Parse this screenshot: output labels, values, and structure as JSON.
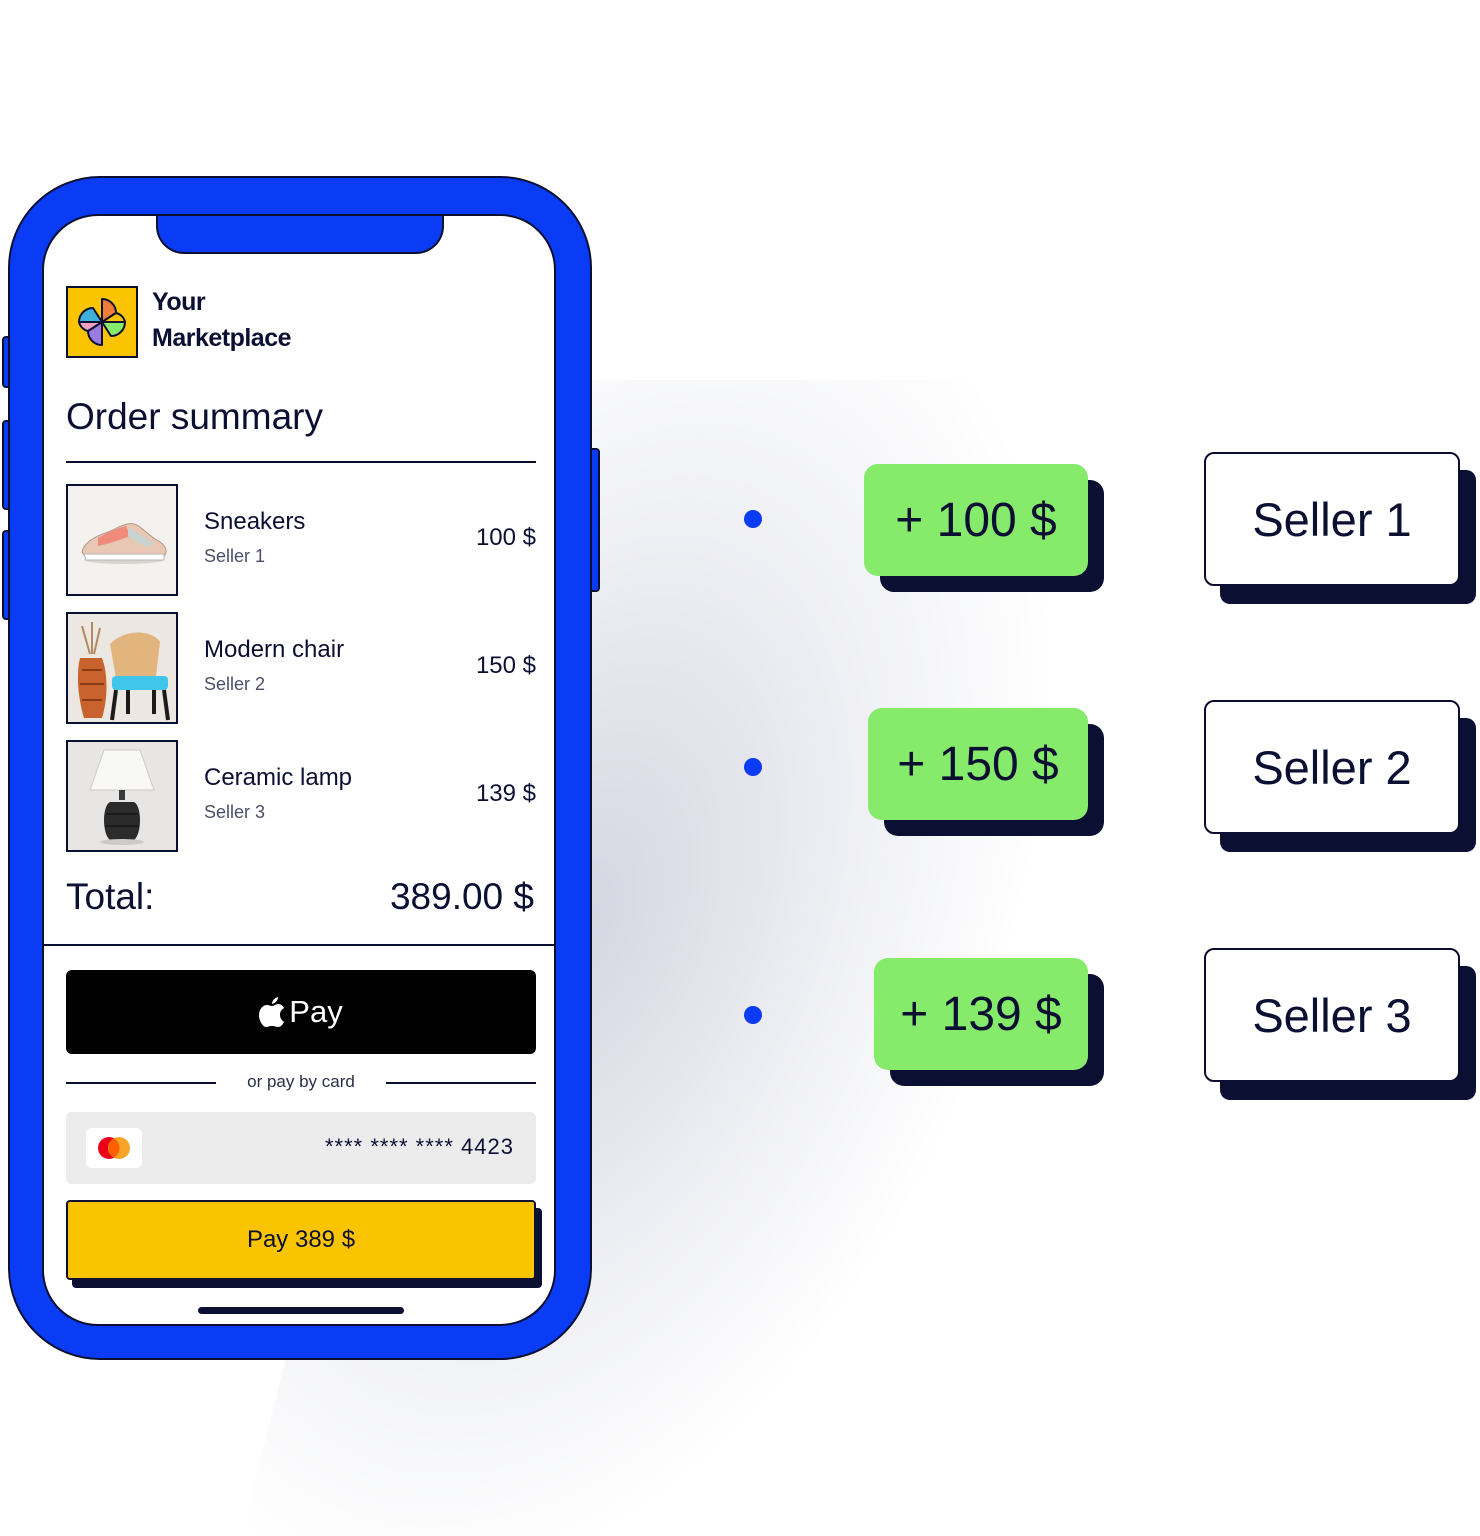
{
  "brand": {
    "line1": "Your",
    "line2": "Marketplace",
    "logo_color": "#fbc400"
  },
  "order": {
    "title": "Order summary",
    "items": [
      {
        "name": "Sneakers",
        "seller": "Seller 1",
        "price": "100 $"
      },
      {
        "name": "Modern chair",
        "seller": "Seller 2",
        "price": "150 $"
      },
      {
        "name": "Ceramic lamp",
        "seller": "Seller 3",
        "price": "139 $"
      }
    ],
    "total_label": "Total:",
    "total_value": "389.00 $"
  },
  "payment": {
    "apple_pay_label": "Pay",
    "divider_text": "or pay by card",
    "card_number": "**** **** **** 4423",
    "pay_button": "Pay 389 $"
  },
  "payouts": [
    {
      "amount": "+ 100 $",
      "seller": "Seller 1"
    },
    {
      "amount": "+ 150 $",
      "seller": "Seller 2"
    },
    {
      "amount": "+ 139 $",
      "seller": "Seller 3"
    }
  ],
  "colors": {
    "phone": "#0a3cf5",
    "accent_green": "#86ea6a",
    "pay_yellow": "#fbc400",
    "ink": "#0b1033"
  }
}
